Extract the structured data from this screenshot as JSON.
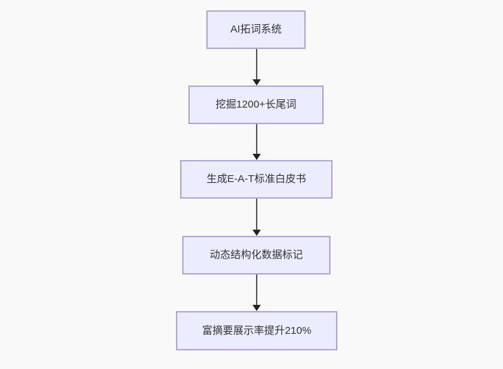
{
  "page": {
    "background_color": "#f9f9f9"
  },
  "flowchart": {
    "type": "flowchart",
    "direction": "top-down",
    "node_fill_color": "#ECECFF",
    "node_border_color": "#b3a3e0",
    "node_text_color": "#333333",
    "arrow_color": "#5a5a5a",
    "nodes": [
      {
        "id": "n1",
        "label": "AI拓词系统"
      },
      {
        "id": "n2",
        "label": "挖掘1200+长尾词"
      },
      {
        "id": "n3",
        "label": "生成E-A-T标准白皮书"
      },
      {
        "id": "n4",
        "label": "动态结构化数据标记"
      },
      {
        "id": "n5",
        "label": "富摘要展示率提升210%"
      }
    ],
    "edges": [
      {
        "from": "n1",
        "to": "n2"
      },
      {
        "from": "n2",
        "to": "n3"
      },
      {
        "from": "n3",
        "to": "n4"
      },
      {
        "from": "n4",
        "to": "n5"
      }
    ]
  }
}
